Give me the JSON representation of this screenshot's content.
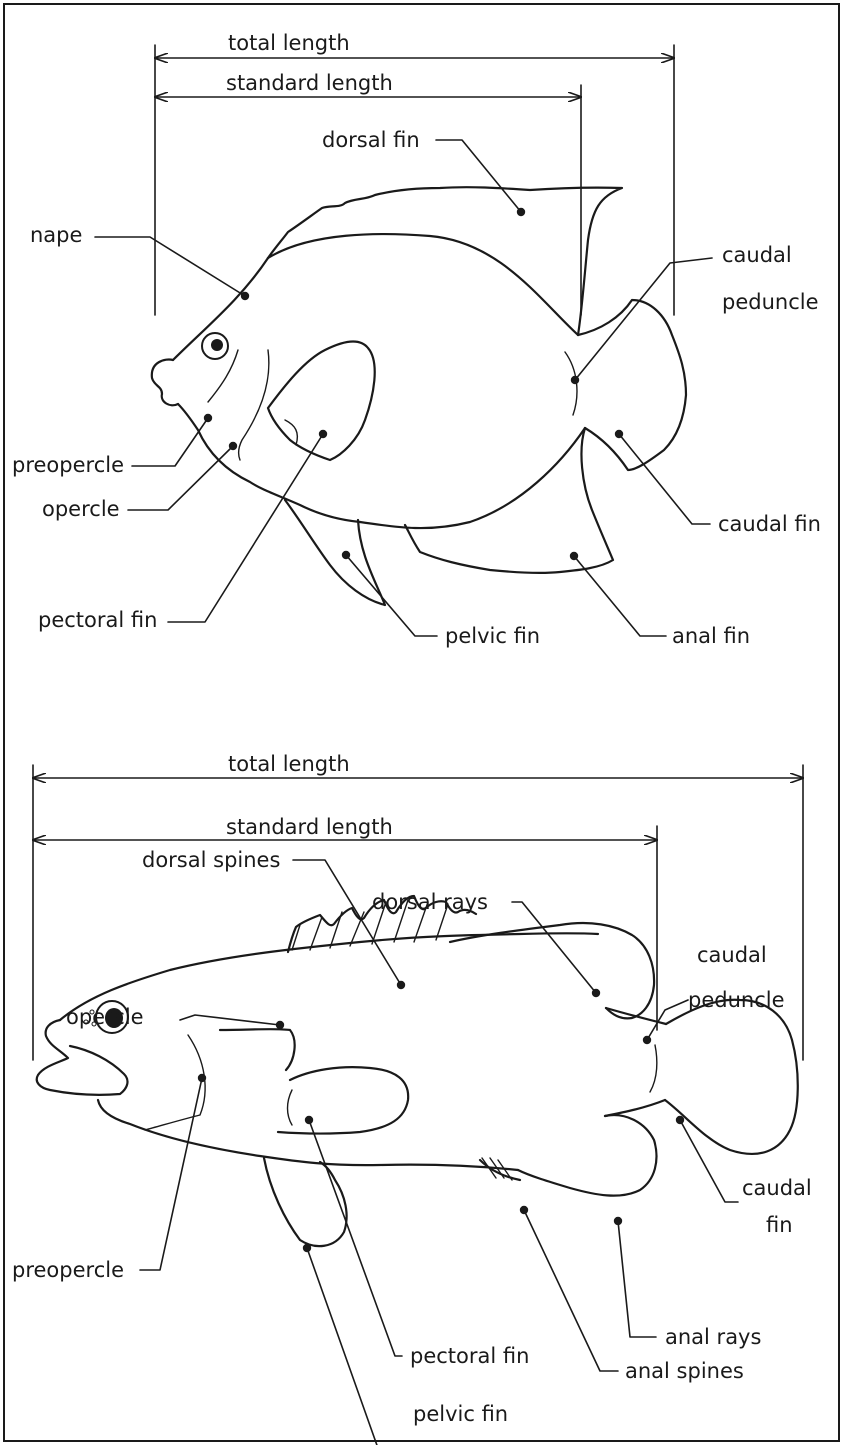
{
  "diagram_top": {
    "measurements": {
      "total_length": "total length",
      "standard_length": "standard length"
    },
    "labels": {
      "dorsal_fin": "dorsal fin",
      "nape": "nape",
      "caudal_top": "caudal",
      "caudal_bottom": "peduncle",
      "preopercle": "preopercle",
      "opercle": "opercle",
      "caudal_fin": "caudal fin",
      "pectoral_fin": "pectoral fin",
      "pelvic_fin": "pelvic fin",
      "anal_fin": "anal fin"
    }
  },
  "diagram_bottom": {
    "measurements": {
      "total_length": "total length",
      "standard_length": "standard length"
    },
    "labels": {
      "dorsal_rays": "dorsal rays",
      "dorsal_spines": "dorsal spines",
      "caudal_top": "caudal",
      "caudal_bottom": "peduncle",
      "opercle": "opercle",
      "preopercle": "preopercle",
      "caudal_fin_top": "caudal",
      "caudal_fin_bottom": "fin",
      "pectoral_fin": "pectoral fin",
      "anal_rays": "anal rays",
      "anal_spines": "anal spines",
      "pelvic_fin": "pelvic fin"
    }
  }
}
